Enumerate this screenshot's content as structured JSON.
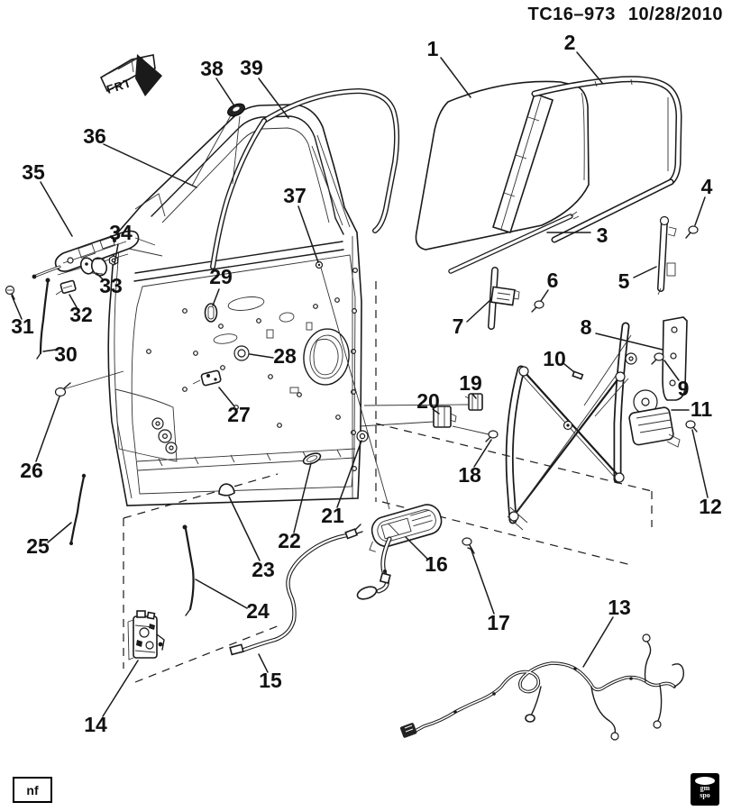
{
  "header": {
    "doc_number": "TC16–973",
    "date": "10/28/2010"
  },
  "orientation": {
    "frt_label": "FRT"
  },
  "footer": {
    "note_box": "nf",
    "logo_line1": "gm",
    "logo_line2": "spo"
  },
  "diagram": {
    "subject": "front-side-door-hardware-exploded-view"
  },
  "callouts": {
    "c1": "1",
    "c2": "2",
    "c3": "3",
    "c4": "4",
    "c5": "5",
    "c6": "6",
    "c7": "7",
    "c8": "8",
    "c9": "9",
    "c10": "10",
    "c11": "11",
    "c12": "12",
    "c13": "13",
    "c14": "14",
    "c15": "15",
    "c16": "16",
    "c17": "17",
    "c18": "18",
    "c19": "19",
    "c20": "20",
    "c21": "21",
    "c22": "22",
    "c23": "23",
    "c24": "24",
    "c25": "25",
    "c26": "26",
    "c27": "27",
    "c28": "28",
    "c29": "29",
    "c30": "30",
    "c31": "31",
    "c32": "32",
    "c33": "33",
    "c34": "34",
    "c35": "35",
    "c36": "36",
    "c37": "37",
    "c38": "38",
    "c39": "39"
  }
}
